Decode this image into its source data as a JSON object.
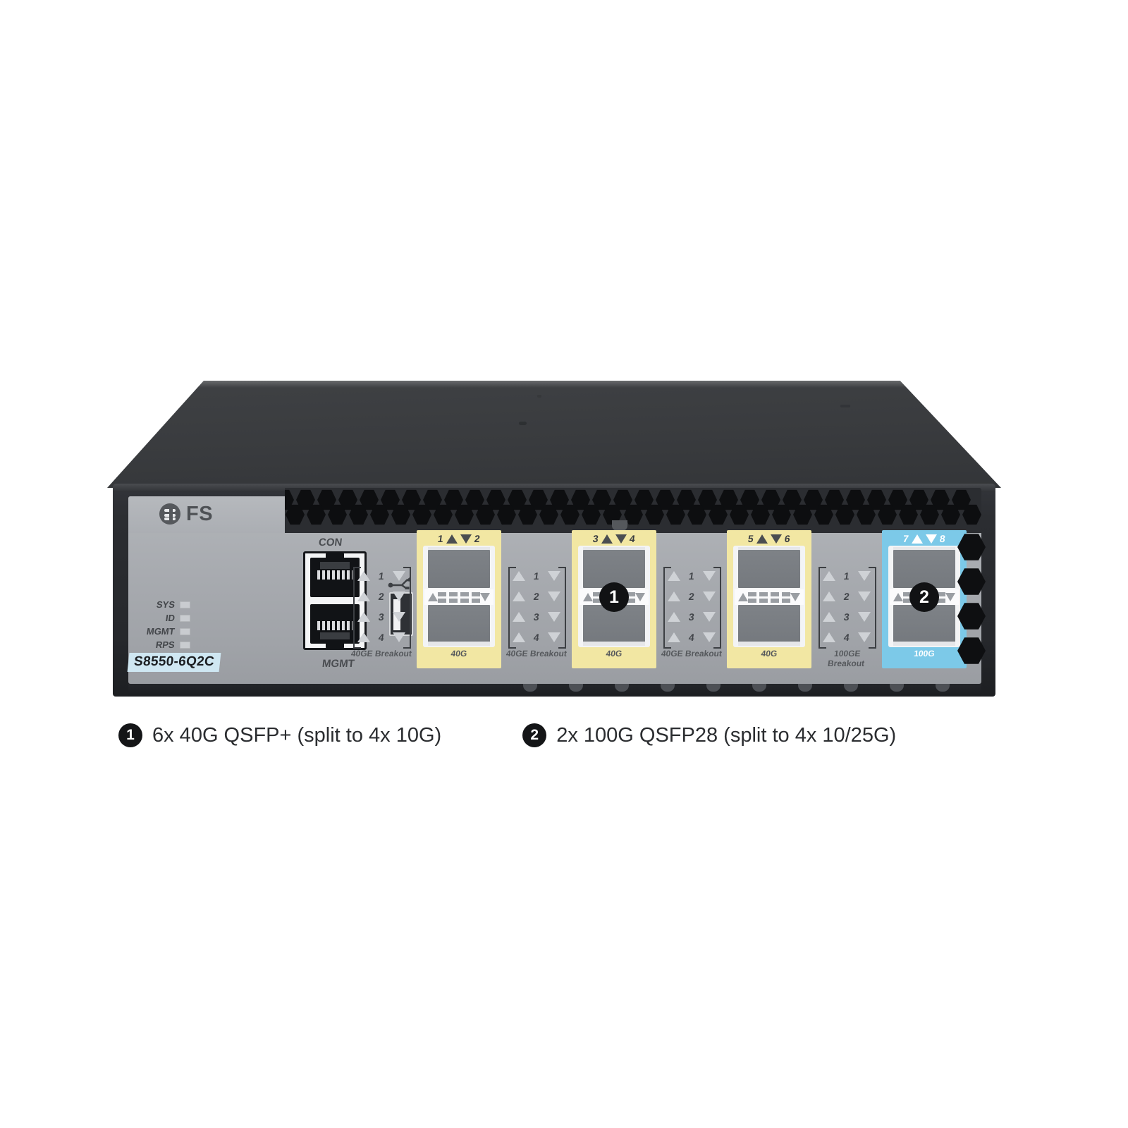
{
  "product": {
    "model": "S8550-6Q2C",
    "brand": "FS",
    "con_label": "CON",
    "mgmt_label": "MGMT",
    "leds": [
      {
        "label": "SYS"
      },
      {
        "label": "ID"
      },
      {
        "label": "MGMT"
      },
      {
        "label": "RPS"
      }
    ]
  },
  "ports": {
    "groups": [
      {
        "kind": "breakout",
        "caption": "40GE Breakout",
        "rows": [
          "1",
          "2",
          "3",
          "4"
        ]
      },
      {
        "kind": "cage",
        "color": "yellow",
        "accent": "#f2e7a3",
        "caption": "40G",
        "num_left": "1",
        "num_right": "2",
        "badge": ""
      },
      {
        "kind": "breakout",
        "caption": "40GE Breakout",
        "rows": [
          "1",
          "2",
          "3",
          "4"
        ]
      },
      {
        "kind": "cage",
        "color": "yellow",
        "accent": "#f2e7a3",
        "caption": "40G",
        "num_left": "3",
        "num_right": "4",
        "badge": "1"
      },
      {
        "kind": "breakout",
        "caption": "40GE Breakout",
        "rows": [
          "1",
          "2",
          "3",
          "4"
        ]
      },
      {
        "kind": "cage",
        "color": "yellow",
        "accent": "#f2e7a3",
        "caption": "40G",
        "num_left": "5",
        "num_right": "6",
        "badge": ""
      },
      {
        "kind": "breakout",
        "caption": "100GE Breakout",
        "rows": [
          "1",
          "2",
          "3",
          "4"
        ]
      },
      {
        "kind": "cage",
        "color": "blue",
        "accent": "#7cc9e8",
        "caption": "100G",
        "num_left": "7",
        "num_right": "8",
        "badge": "2"
      }
    ]
  },
  "captions": [
    {
      "badge": "1",
      "text": "6x 40G QSFP+ (split to 4x 10G)"
    },
    {
      "badge": "2",
      "text": "2x 100G QSFP28 (split to 4x 10/25G)"
    }
  ],
  "colors": {
    "yellow_accent": "#f2e7a3",
    "blue_accent": "#7cc9e8",
    "model_badge_bg": "#cfe7f2",
    "chassis_dark": "#2b2d31",
    "faceplate_grey": "#a8abb0"
  }
}
